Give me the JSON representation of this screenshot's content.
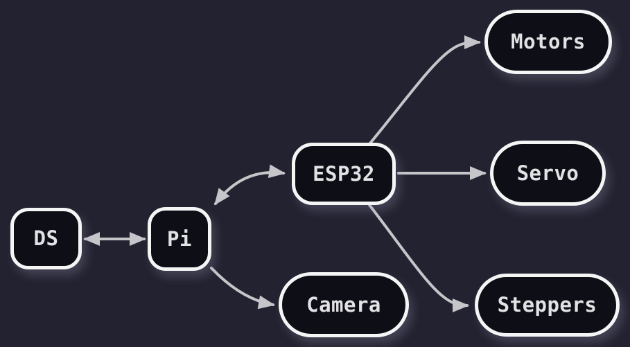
{
  "diagram": {
    "type": "flowchart",
    "colors": {
      "background": "#232230",
      "node_fill": "#0d0e16",
      "node_border": "#f6f5f6",
      "label_text": "#e2e2e4",
      "arrow": "#c6c5ca"
    },
    "nodes": [
      {
        "id": "ds",
        "label": "DS",
        "shape": "rounded-square"
      },
      {
        "id": "pi",
        "label": "Pi",
        "shape": "rounded-square"
      },
      {
        "id": "esp32",
        "label": "ESP32",
        "shape": "rounded-rectangle"
      },
      {
        "id": "motors",
        "label": "Motors",
        "shape": "pill"
      },
      {
        "id": "servo",
        "label": "Servo",
        "shape": "pill"
      },
      {
        "id": "camera",
        "label": "Camera",
        "shape": "pill"
      },
      {
        "id": "steppers",
        "label": "Steppers",
        "shape": "pill"
      }
    ],
    "edges": [
      {
        "from": "DS",
        "to": "Pi",
        "arrow": "bidirectional",
        "style": "straight"
      },
      {
        "from": "Pi",
        "to": "ESP32",
        "arrow": "bidirectional",
        "style": "curved"
      },
      {
        "from": "Pi",
        "to": "Camera",
        "arrow": "forward",
        "style": "curved"
      },
      {
        "from": "ESP32",
        "to": "Motors",
        "arrow": "forward",
        "style": "curved"
      },
      {
        "from": "ESP32",
        "to": "Servo",
        "arrow": "forward",
        "style": "straight"
      },
      {
        "from": "ESP32",
        "to": "Steppers",
        "arrow": "forward",
        "style": "curved"
      }
    ]
  }
}
